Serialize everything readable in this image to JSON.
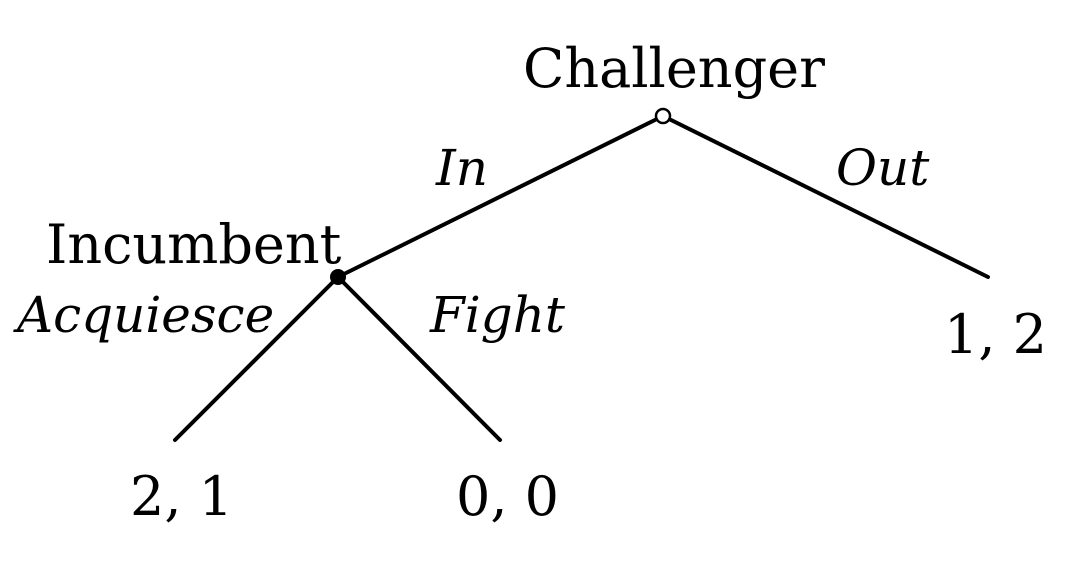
{
  "players": {
    "root": "Challenger",
    "second": "Incumbent"
  },
  "actions": {
    "root_left": "In",
    "root_right": "Out",
    "second_left": "Acquiesce",
    "second_right": "Fight"
  },
  "payoffs": {
    "acquiesce": "2, 1",
    "fight": "0, 0",
    "out": "1, 2"
  },
  "colors": {
    "line": "#000000",
    "background": "#ffffff"
  }
}
